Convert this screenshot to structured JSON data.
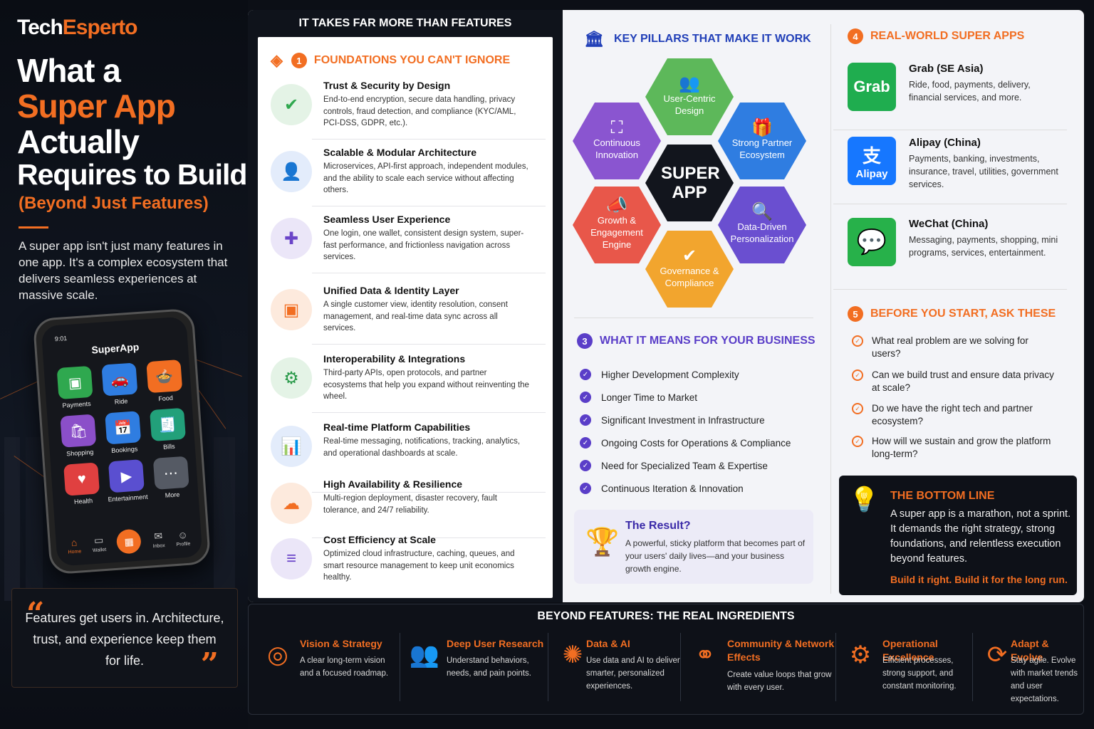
{
  "brand": {
    "logo_a": "Tech",
    "logo_b": "Esperto"
  },
  "hero": {
    "line1": "What a",
    "line2": "Super App",
    "line3": "Actually",
    "line4": "Requires to Build",
    "subtitle": "(Beyond Just Features)",
    "intro": "A super app isn't just many features in one app. It's a complex ecosystem that delivers seamless experiences at massive scale."
  },
  "phone": {
    "time": "9:01",
    "title": "SuperApp",
    "apps": [
      {
        "label": "Payments",
        "icon": "wallet-icon",
        "color": "#2fa84f"
      },
      {
        "label": "Ride",
        "icon": "car-icon",
        "color": "#2f7de1"
      },
      {
        "label": "Food",
        "icon": "food-icon",
        "color": "#f26e22"
      },
      {
        "label": "Shopping",
        "icon": "bag-icon",
        "color": "#8b4fc9"
      },
      {
        "label": "Bookings",
        "icon": "calendar-icon",
        "color": "#2f7de1"
      },
      {
        "label": "Bills",
        "icon": "bill-icon",
        "color": "#22a07a"
      },
      {
        "label": "Health",
        "icon": "heart-icon",
        "color": "#e04040"
      },
      {
        "label": "Entertainment",
        "icon": "video-icon",
        "color": "#5a4fd0"
      },
      {
        "label": "More",
        "icon": "dots-icon",
        "color": "#555a64"
      }
    ],
    "tabs": {
      "home": "Home",
      "wallet": "Wallet",
      "inbox": "Inbox",
      "profile": "Profile"
    }
  },
  "quote": {
    "text": "Features get users in. Architecture, trust, and experience keep them for life."
  },
  "col1": {
    "header": "IT TAKES FAR MORE THAN FEATURES",
    "num": "1",
    "title": "FOUNDATIONS YOU CAN'T IGNORE",
    "items": [
      {
        "title": "Trust & Security by Design",
        "desc": "End-to-end encryption, secure data handling, privacy controls, fraud detection, and compliance (KYC/AML, PCI-DSS, GDPR, etc.).",
        "icon": "shield-icon",
        "bg": "#e4f3e6",
        "fg": "#2fa84f"
      },
      {
        "title": "Scalable & Modular Architecture",
        "desc": "Microservices, API-first approach, independent modules, and the ability to scale each service without affecting others.",
        "icon": "user-icon",
        "bg": "#e3ecfb",
        "fg": "#2f7de1"
      },
      {
        "title": "Seamless User Experience",
        "desc": "One login, one wallet, consistent design system, super-fast performance, and frictionless navigation across services.",
        "icon": "puzzle-icon",
        "bg": "#ebe6f8",
        "fg": "#6a44c8"
      },
      {
        "title": "Unified Data & Identity Layer",
        "desc": "A single customer view, identity resolution, consent management, and real-time data sync across all services.",
        "icon": "wallet-icon",
        "bg": "#fdeadd",
        "fg": "#f26e22"
      },
      {
        "title": "Interoperability & Integrations",
        "desc": "Third-party APIs, open protocols, and partner ecosystems that help you expand without reinventing the wheel.",
        "icon": "gear-icon",
        "bg": "#e4f3e6",
        "fg": "#2a9a4a"
      },
      {
        "title": "Real-time Platform Capabilities",
        "desc": "Real-time messaging, notifications, tracking, analytics, and operational dashboards at scale.",
        "icon": "chart-icon",
        "bg": "#e3ecfb",
        "fg": "#2f6fd0"
      },
      {
        "title": "High Availability & Resilience",
        "desc": "Multi-region deployment, disaster recovery, fault tolerance, and 24/7 reliability.",
        "icon": "cloud-icon",
        "bg": "#fdeadd",
        "fg": "#f26e22"
      },
      {
        "title": "Cost Efficiency at Scale",
        "desc": "Optimized cloud infrastructure, caching, queues, and smart resource management to keep unit economics healthy.",
        "icon": "database-icon",
        "bg": "#ebe6f8",
        "fg": "#6a44c8"
      }
    ]
  },
  "pillars": {
    "title": "KEY PILLARS THAT MAKE IT WORK",
    "center": "SUPER APP",
    "items": [
      {
        "label": "User-Centric Design",
        "icon": "users-icon",
        "color": "#5db85a"
      },
      {
        "label": "Continuous Innovation",
        "icon": "scan-icon",
        "color": "#8a55d0"
      },
      {
        "label": "Strong Partner Ecosystem",
        "icon": "gift-icon",
        "color": "#2f7de1"
      },
      {
        "label": "Growth & Engagement Engine",
        "icon": "megaphone-icon",
        "color": "#e8574a"
      },
      {
        "label": "Data-Driven Personalization",
        "icon": "magnify-icon",
        "color": "#6a4fd0"
      },
      {
        "label": "Governance & Compliance",
        "icon": "shield-icon",
        "color": "#f2a52e"
      }
    ]
  },
  "business": {
    "num": "3",
    "title": "WHAT IT MEANS FOR YOUR BUSINESS",
    "items": [
      "Higher Development Complexity",
      "Longer Time to Market",
      "Significant Investment in Infrastructure",
      "Ongoing Costs for Operations & Compliance",
      "Need for Specialized Team & Expertise",
      "Continuous Iteration & Innovation"
    ]
  },
  "result": {
    "title": "The Result?",
    "desc": "A powerful, sticky platform that becomes part of your users' daily lives—and your business growth engine.",
    "icon": "trophy-icon"
  },
  "realworld": {
    "num": "4",
    "title": "REAL-WORLD SUPER APPS",
    "items": [
      {
        "name": "Grab (SE Asia)",
        "desc": "Ride, food, payments, delivery, financial services, and more.",
        "logo": "Grab",
        "color": "#1fad4f"
      },
      {
        "name": "Alipay (China)",
        "desc": "Payments, banking, investments, insurance, travel, utilities, government services.",
        "logo": "Alipay",
        "glyph": "支",
        "color": "#1677ff"
      },
      {
        "name": "WeChat (China)",
        "desc": "Messaging, payments, shopping, mini programs, services, entertainment.",
        "logo": "wechat-icon",
        "color": "#27b14a"
      }
    ]
  },
  "ask": {
    "num": "5",
    "title": "BEFORE YOU START, ASK THESE",
    "items": [
      "What real problem are we solving for users?",
      "Can we build trust and ensure data privacy at scale?",
      "Do we have the right tech and partner ecosystem?",
      "How will we sustain and grow the platform long-term?"
    ]
  },
  "bottomline": {
    "title": "THE BOTTOM LINE",
    "desc": "A super app is a marathon, not a sprint. It demands the right strategy, strong foundations, and relentless execution beyond features.",
    "tagline": "Build it right. Build it for the long run.",
    "icon": "bulb-icon"
  },
  "ingredients": {
    "title": "BEYOND FEATURES: THE REAL INGREDIENTS",
    "items": [
      {
        "title": "Vision & Strategy",
        "desc": "A clear long-term vision and a focused roadmap.",
        "icon": "target-icon"
      },
      {
        "title": "Deep User Research",
        "desc": "Understand behaviors, needs, and pain points.",
        "icon": "people-icon"
      },
      {
        "title": "Data & AI",
        "desc": "Use data and AI to deliver smarter, personalized experiences.",
        "icon": "brain-icon"
      },
      {
        "title": "Community & Network Effects",
        "desc": "Create value loops that grow with every user.",
        "icon": "network-icon"
      },
      {
        "title": "Operational Excellence",
        "desc": "Efficient processes, strong support, and constant monitoring.",
        "icon": "cog-icon"
      },
      {
        "title": "Adapt & Evolve",
        "desc": "Stay agile. Evolve with market trends and user expectations.",
        "icon": "cycle-icon"
      }
    ]
  }
}
